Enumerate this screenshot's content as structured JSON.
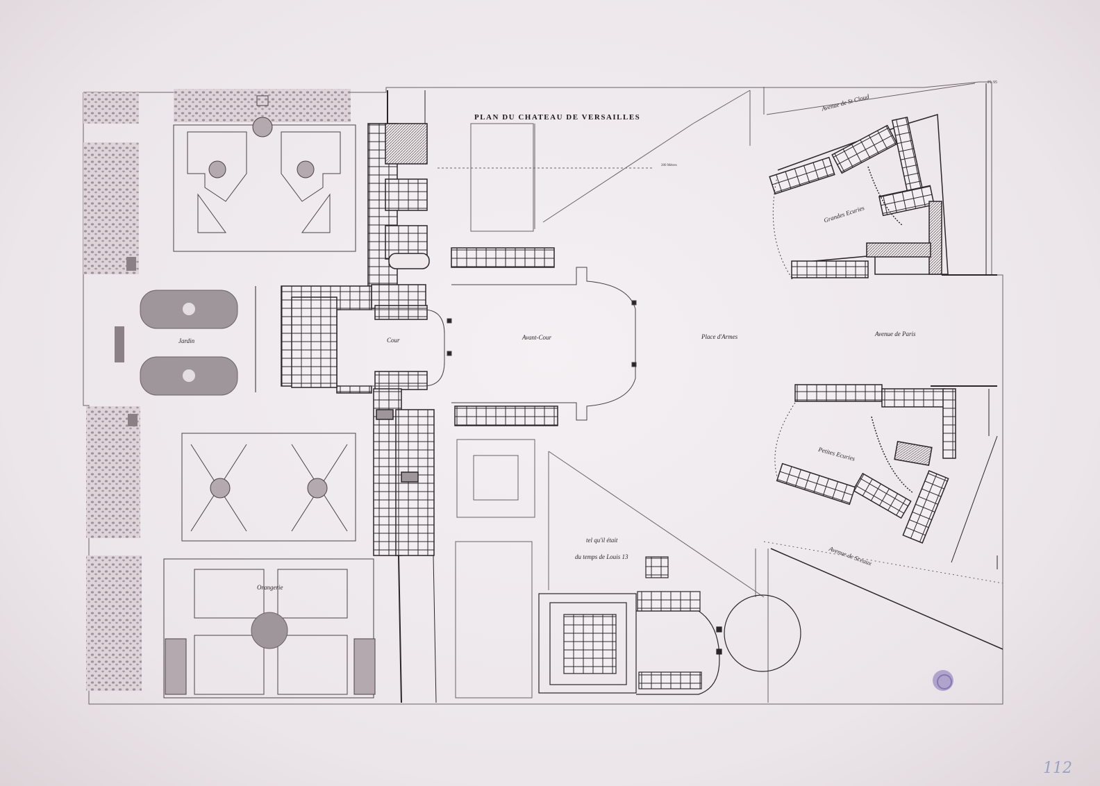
{
  "title": "PLAN DU CHATEAU DE VERSAILLES",
  "plate_number": "Pl. 95",
  "scale_label": "200 Mètres",
  "sheet_number": "112",
  "labels": {
    "jardin": "Jardin",
    "cour": "Cour",
    "avant_cour": "Avant-Cour",
    "place_armes": "Place d'Armes",
    "avenue_paris": "Avenue de Paris",
    "avenue_st_cloud": "Avenue de St Cloud",
    "avenue_sceaux": "Avenue de Sceaux",
    "grandes_ecuries": "Grandes Ecuries",
    "petites_ecuries": "Petites Ecuries",
    "orangerie": "Orangerie",
    "note_line1": "tel qu'il était",
    "note_line2": "du temps de Louis 13"
  },
  "stamp": "archive-stamp",
  "colors": {
    "paper": "#ece6ea",
    "ink": "#2b2528",
    "wash": "#a99fa5",
    "stamp": "#a79ac8"
  }
}
